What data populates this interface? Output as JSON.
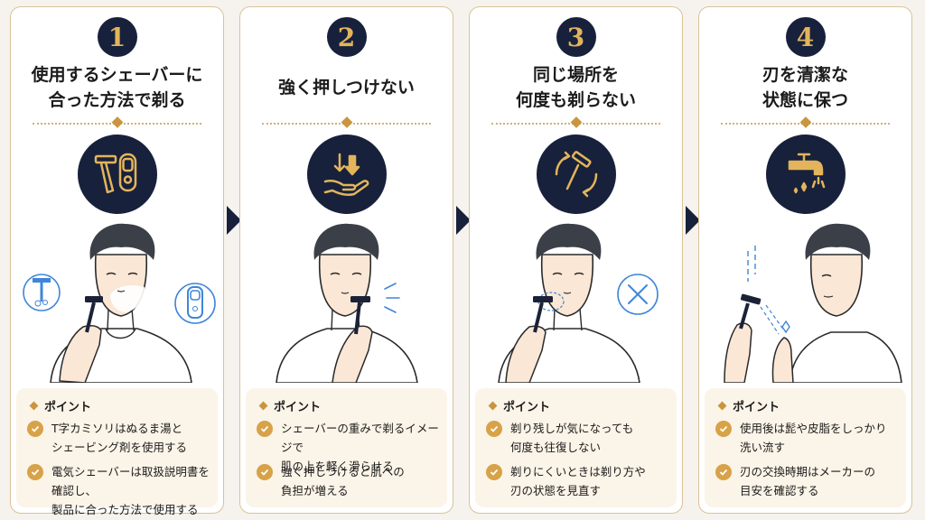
{
  "steps": [
    {
      "number": "1",
      "title_lines": [
        "使用するシェーバーに",
        "合った方法で剃る"
      ],
      "point_label": "ポイント",
      "points": [
        [
          "T字カミソリはぬるま湯と",
          "シェービング剤を使用する"
        ],
        [
          "電気シェーバーは取扱説明書を確認し、",
          "製品に合った方法で使用する"
        ]
      ]
    },
    {
      "number": "2",
      "title_lines": [
        "強く押しつけない"
      ],
      "point_label": "ポイント",
      "points": [
        [
          "シェーバーの重みで剃るイメージで",
          "肌の上を軽く滑らせる"
        ],
        [
          "強く押しつけると肌への",
          "負担が増える"
        ]
      ]
    },
    {
      "number": "3",
      "title_lines": [
        "同じ場所を",
        "何度も剃らない"
      ],
      "point_label": "ポイント",
      "points": [
        [
          "剃り残しが気になっても",
          "何度も往復しない"
        ],
        [
          "剃りにくいときは剃り方や",
          "刃の状態を見直す"
        ]
      ]
    },
    {
      "number": "4",
      "title_lines": [
        "刃を清潔な",
        "状態に保つ"
      ],
      "point_label": "ポイント",
      "points": [
        [
          "使用後は髭や皮脂をしっかり",
          "洗い流す"
        ],
        [
          "刃の交換時期はメーカーの",
          "目安を確認する"
        ]
      ]
    }
  ],
  "icons": [
    "razor-and-electric-shaver-icon",
    "press-down-hand-icon",
    "razor-rotate-arrows-icon",
    "faucet-water-icon"
  ],
  "colors": {
    "navy": "#17213b",
    "gold": "#d7a248",
    "border": "#d9c29a",
    "panel": "#fbf4e8",
    "blue": "#3f86d8"
  }
}
